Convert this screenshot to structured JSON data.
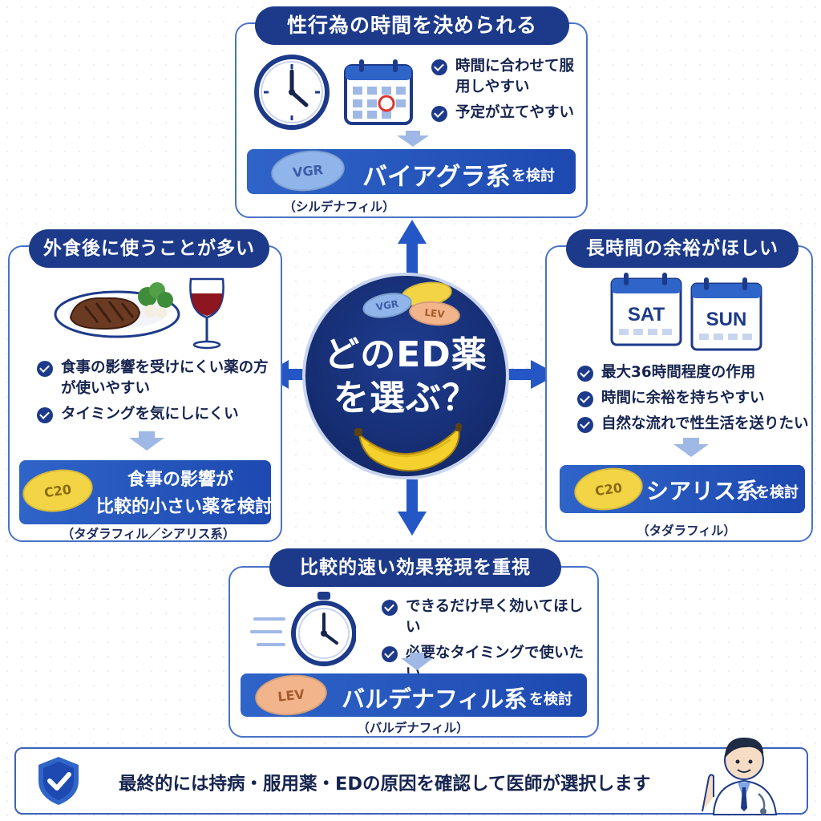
{
  "center": {
    "line1": "どのED薬",
    "line2": "を選ぶ？"
  },
  "top": {
    "title": "性行為の時間を決められる",
    "checks": [
      "時間に合わせて服用しやすい",
      "予定が立てやすい"
    ],
    "pill_label": "VGR",
    "rec_main": "バイアグラ系",
    "rec_suffix": "を検討",
    "note": "（シルデナフィル）"
  },
  "left": {
    "title": "外食後に使うことが多い",
    "checks": [
      "食事の影響を受けにくい薬の方が使いやすい",
      "タイミングを気にしにくい"
    ],
    "pill_label": "C20",
    "rec_line1": "食事の影響が",
    "rec_line2": "比較的小さい薬を検討",
    "note": "（タダラフィル／シアリス系）"
  },
  "right": {
    "title": "長時間の余裕がほしい",
    "cal1": "SAT",
    "cal2": "SUN",
    "checks": [
      "最大36時間程度の作用",
      "時間に余裕を持ちやすい",
      "自然な流れで性生活を送りたい"
    ],
    "pill_label": "C20",
    "rec_main": "シアリス系",
    "rec_suffix": "を検討",
    "note": "（タダラフィル）"
  },
  "bottom": {
    "title": "比較的速い効果発現を重視",
    "checks": [
      "できるだけ早く効いてほしい",
      "必要なタイミングで使いたい"
    ],
    "pill_label": "LEV",
    "rec_main": "バルデナフィル系",
    "rec_suffix": "を検討",
    "note": "（バルデナフィル）"
  },
  "center_pills": {
    "blue": "VGR",
    "orange": "LEV"
  },
  "footer": {
    "text": "最終的には持病・服用薬・EDの原因を確認して医師が選択します"
  },
  "colors": {
    "navy": "#1d3a8a",
    "accent": "#2f64c8",
    "border": "#4a73c9",
    "yellow_pill": "#f3d445",
    "blue_pill": "#8fb5ea",
    "orange_pill": "#f2b48a"
  },
  "icons": [
    "clock-icon",
    "calendar-icon",
    "steak-plate-icon",
    "wine-glass-icon",
    "stopwatch-icon",
    "shield-check-icon",
    "doctor-icon",
    "banana-icon"
  ]
}
